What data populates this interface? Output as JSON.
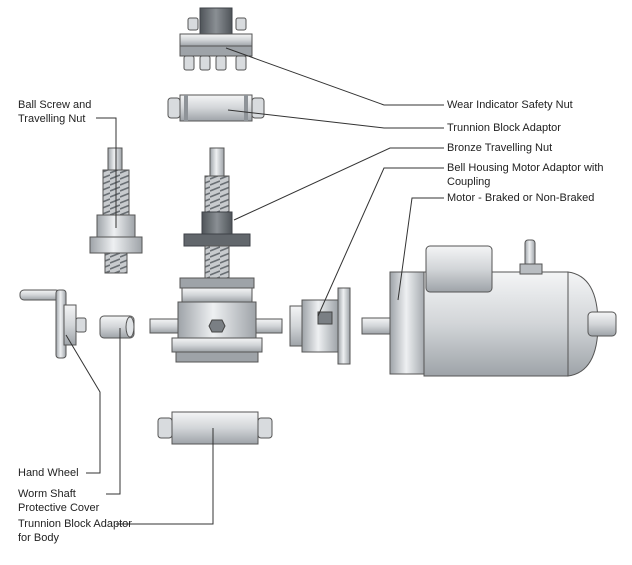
{
  "labels": {
    "wear_indicator": "Wear Indicator Safety Nut",
    "trunnion_block": "Trunnion Block Adaptor",
    "bronze_nut": "Bronze Travelling Nut",
    "bell_housing": "Bell Housing Motor Adaptor with\nCoupling",
    "motor": "Motor - Braked or Non-Braked",
    "ball_screw": "Ball Screw and\nTravelling Nut",
    "hand_wheel": "Hand Wheel",
    "worm_cover": "Worm Shaft\nProtective Cover",
    "trunnion_body": "Trunnion Block Adaptor\nfor Body"
  },
  "colors": {
    "leader": "#333333",
    "metal_light": "#e4e6e8",
    "metal_mid": "#b9bdc1",
    "metal_dark": "#6e7378",
    "outline": "#555a5f"
  }
}
